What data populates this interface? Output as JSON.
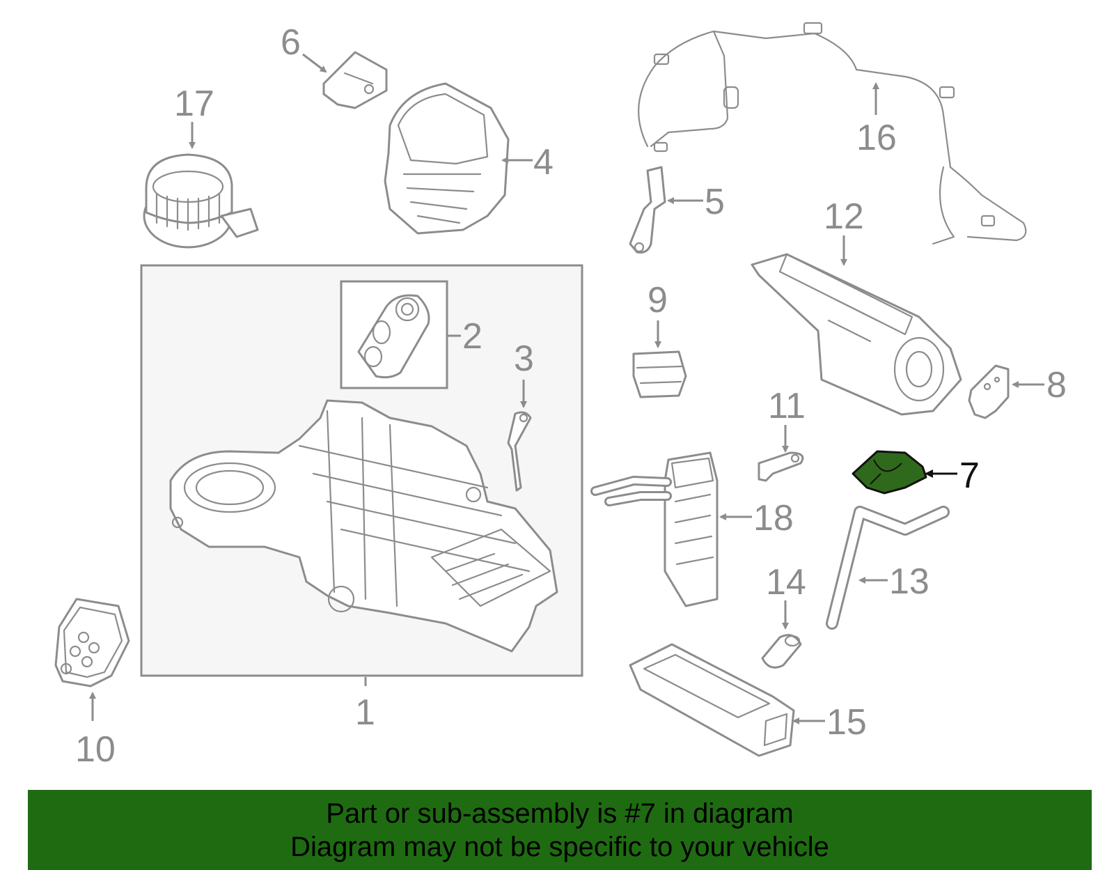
{
  "diagram": {
    "callouts": {
      "c1": "1",
      "c2": "2",
      "c3": "3",
      "c4": "4",
      "c5": "5",
      "c6": "6",
      "c7": "7",
      "c8": "8",
      "c9": "9",
      "c10": "10",
      "c11": "11",
      "c12": "12",
      "c13": "13",
      "c14": "14",
      "c15": "15",
      "c16": "16",
      "c17": "17",
      "c18": "18"
    },
    "highlighted_part": "7",
    "colors": {
      "line": "#8c8c8c",
      "highlight_fill": "#2f6a1c",
      "banner_bg": "#1f6b12",
      "text_dark": "#111111",
      "group_box_fill": "#f6f6f6"
    }
  },
  "banner": {
    "line1": "Part or sub-assembly is #7 in diagram",
    "line2": "Diagram may not be specific to your vehicle"
  }
}
